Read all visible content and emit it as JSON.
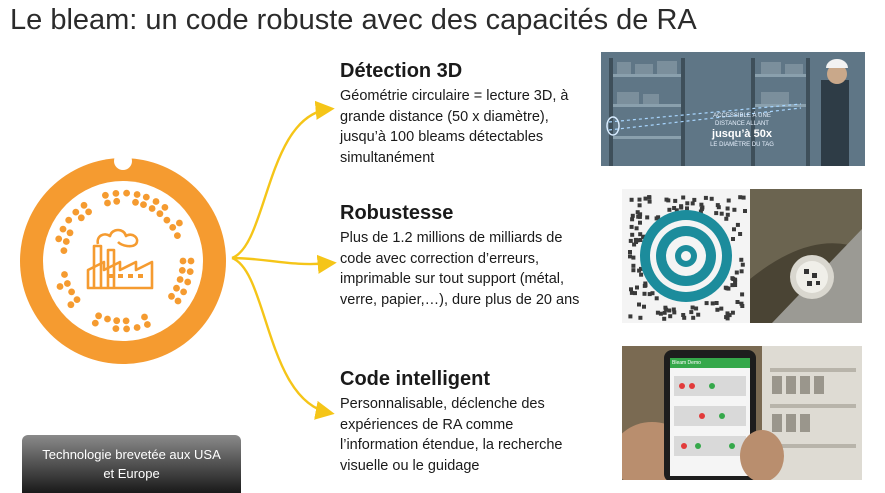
{
  "slide": {
    "title": "Le bleam: un code robuste avec des capacités de RA"
  },
  "sections": [
    {
      "heading": "Détection 3D",
      "body": "Géométrie circulaire = lecture 3D, à grande distance (50 x diamètre), jusqu’à 100 bleams détectables simultanément"
    },
    {
      "heading": "Robustesse",
      "body": "Plus de 1.2 millions de milliards de code avec correction d’erreurs, imprimable sur tout support (métal, verre, papier,…), dure plus de 20 ans"
    },
    {
      "heading": "Code intelligent",
      "body": "Personnalisable, déclenche des expériences de RA comme l’information étendue, la recherche visuelle ou le guidage"
    }
  ],
  "photo1_overlay": {
    "line1": "ACCESSIBLE À UNE",
    "line2": "DISTANCE ALLANT",
    "line3": "jusqu’à 50x",
    "line4": "LE DIAMÈTRE DU TAG"
  },
  "phone_header": "Bleam Demo",
  "badge": {
    "line1": "Technologie brevetée aux USA",
    "line2": "et Europe"
  },
  "colors": {
    "orange": "#F59B30",
    "arrow": "#F5C518",
    "teal": "#1C8C9C"
  },
  "icons": [
    "factory-icon",
    "bleam-tag-icon"
  ]
}
